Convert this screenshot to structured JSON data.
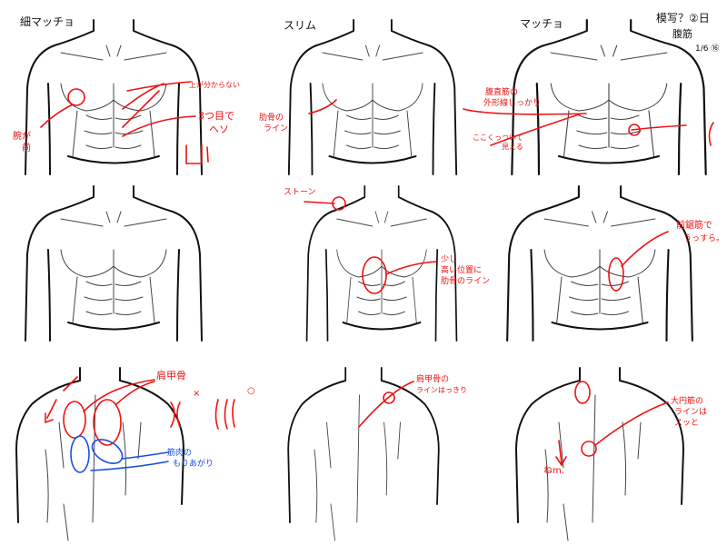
{
  "titles": {
    "hosomaccho": "細マッチョ",
    "slim": "スリム",
    "macho": "マッチョ"
  },
  "corner_note": {
    "line1": "模写？②日",
    "line2": "腹筋",
    "line3": "1/6 ⑯"
  },
  "notes": {
    "ue_wakaranai": "上が分からない",
    "mittsume": "3つ目で",
    "heso": "ヘソ",
    "ude_ga": "腕が",
    "mae": "前",
    "rokkotsu": "肋骨の",
    "rokkotsu2": "ライン",
    "fukuchoku1": "腹直筋の",
    "fukuchoku2": "外形線しっかり",
    "kokokuttsuite1": "ここくっついて",
    "kokokuttsuite2": "見える",
    "stone": "ストーン",
    "sukoshi1": "少し",
    "sukoshi2": "高い位置に",
    "sukoshi3": "肋骨のライン",
    "zenkyo1": "前鋸筋で",
    "zenkyo2": "うっすら。",
    "kenkou": "肩甲骨",
    "cross": "×",
    "circle": "○",
    "kinniku1": "筋肉の",
    "kinniku2": "もりあがり",
    "kenkou_line1": "肩甲骨の",
    "kenkou_line2": "ラインはっきり",
    "daien1": "大円筋の",
    "daien2": "ラインは",
    "daien3": "スッと",
    "arm_note": "ねm."
  },
  "colors": {
    "annotation_red": "#ee1111",
    "annotation_blue": "#1a4fe0",
    "line": "#111111"
  }
}
